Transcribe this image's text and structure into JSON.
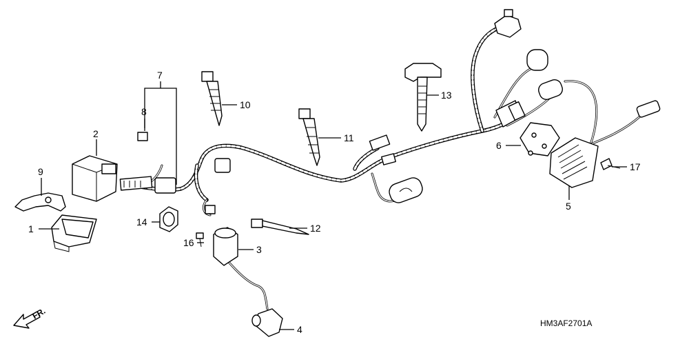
{
  "diagram": {
    "drawing_code": "HM3AF2701A",
    "direction_label": "FR.",
    "callouts": [
      {
        "id": "1",
        "label": "1"
      },
      {
        "id": "2",
        "label": "2"
      },
      {
        "id": "3",
        "label": "3"
      },
      {
        "id": "4",
        "label": "4"
      },
      {
        "id": "5",
        "label": "5"
      },
      {
        "id": "6",
        "label": "6"
      },
      {
        "id": "7",
        "label": "7"
      },
      {
        "id": "8",
        "label": "8"
      },
      {
        "id": "9",
        "label": "9"
      },
      {
        "id": "10",
        "label": "10"
      },
      {
        "id": "11",
        "label": "11"
      },
      {
        "id": "12",
        "label": "12"
      },
      {
        "id": "13",
        "label": "13"
      },
      {
        "id": "14",
        "label": "14"
      },
      {
        "id": "16",
        "label": "16"
      },
      {
        "id": "17",
        "label": "17"
      }
    ]
  }
}
